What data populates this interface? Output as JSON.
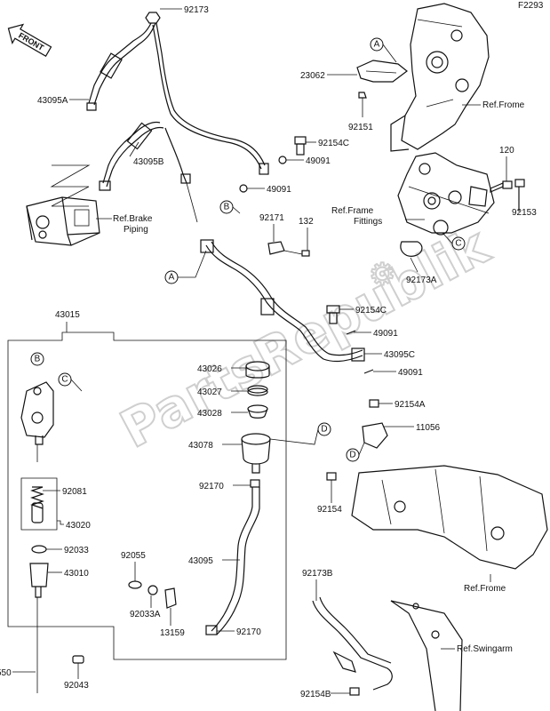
{
  "figure_code": "F2293",
  "front_label": "FRONT",
  "watermark": "PartsRepublik",
  "part_labels": {
    "p92173": "92173",
    "p23062": "23062",
    "p92151": "92151",
    "p43095A": "43095A",
    "p43095B": "43095B",
    "p92154C_1": "92154C",
    "p49091_1": "49091",
    "p49091_2": "49091",
    "p92171": "92171",
    "p132": "132",
    "p120": "120",
    "p92153": "92153",
    "p92173A": "92173A",
    "p43015": "43015",
    "p92154C_2": "92154C",
    "p49091_3": "49091",
    "p43095C": "43095C",
    "p49091_4": "49091",
    "p43026": "43026",
    "p43027": "43027",
    "p43028": "43028",
    "p43078": "43078",
    "p92154A": "92154A",
    "p11056": "11056",
    "p92170_1": "92170",
    "p92154": "92154",
    "p92081": "92081",
    "p43020": "43020",
    "p92033": "92033",
    "p92055": "92055",
    "p43095": "43095",
    "p43010": "43010",
    "p92033A": "92033A",
    "p13159": "13159",
    "p92170_2": "92170",
    "p92173B": "92173B",
    "p92043": "92043",
    "p92154B": "92154B",
    "p550": "550"
  },
  "refs": {
    "brake_piping_1": "Ref.Brake",
    "brake_piping_2": "Piping",
    "frame_top": "Ref.Frome",
    "frame_fittings_1": "Ref.Frame",
    "frame_fittings_2": "Fittings",
    "frame_mid": "Ref.Frome",
    "swingarm": "Ref.Swingarm"
  },
  "callouts": {
    "A": "A",
    "B": "B",
    "C": "C",
    "D": "D"
  }
}
